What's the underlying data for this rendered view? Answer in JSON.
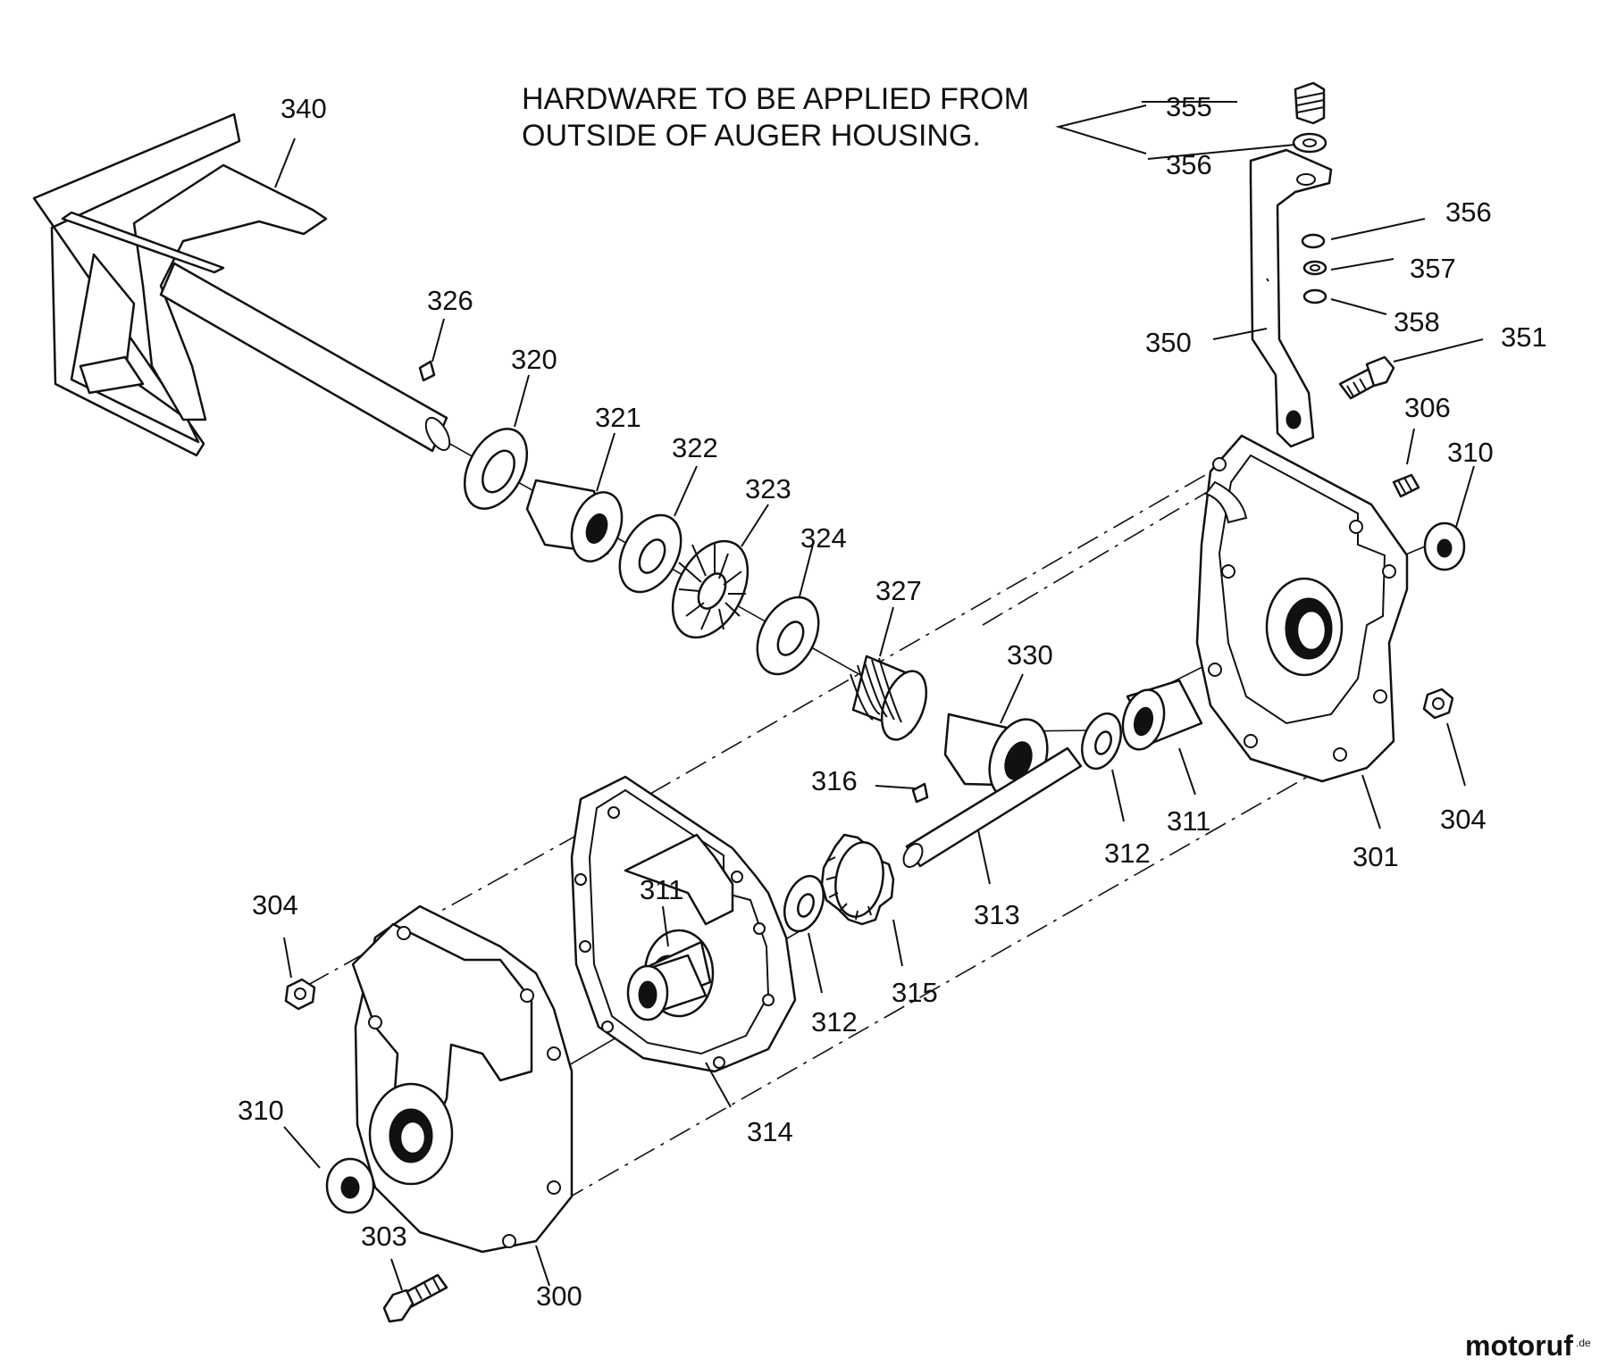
{
  "note": {
    "line1": "HARDWARE TO BE APPLIED FROM",
    "line2": "OUTSIDE OF AUGER HOUSING."
  },
  "labels": {
    "p340": "340",
    "p326": "326",
    "p320": "320",
    "p321": "321",
    "p322": "322",
    "p323": "323",
    "p324": "324",
    "p327": "327",
    "p330": "330",
    "p355": "355",
    "p356a": "356",
    "p356b": "356",
    "p357": "357",
    "p358": "358",
    "p350": "350",
    "p351": "351",
    "p306": "306",
    "p310a": "310",
    "p301": "301",
    "p304a": "304",
    "p311a": "311",
    "p312a": "312",
    "p313": "313",
    "p316": "316",
    "p315": "315",
    "p312b": "312",
    "p311b": "311",
    "p314": "314",
    "p304b": "304",
    "p310b": "310",
    "p303": "303",
    "p300": "300"
  },
  "watermark": {
    "brand": "motoruf",
    "suffix": ".de"
  },
  "colors": {
    "line": "#111111",
    "watermark_blue": "#2f5a8c",
    "watermark_red": "#c0392b"
  }
}
